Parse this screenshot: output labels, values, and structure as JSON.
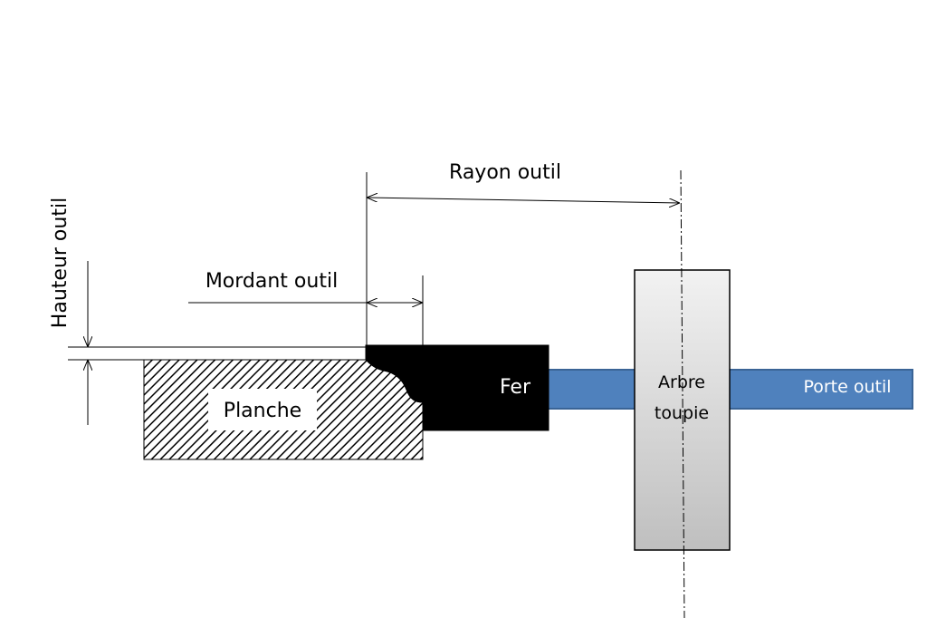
{
  "labels": {
    "rayon_outil": "Rayon outil",
    "mordant_outil": "Mordant outil",
    "hauteur_outil": "Hauteur outil",
    "planche": "Planche",
    "fer": "Fer",
    "arbre_line1": "Arbre",
    "arbre_line2": "toupie",
    "porte_outil": "Porte outil"
  },
  "colors": {
    "porte_outil_fill": "#4f81bd",
    "porte_outil_stroke": "#3a6496",
    "fer_fill": "#000000",
    "arbre_fill_light": "#f2f2f2",
    "arbre_fill_dark": "#c0c0c0",
    "hatch": "#000000"
  }
}
